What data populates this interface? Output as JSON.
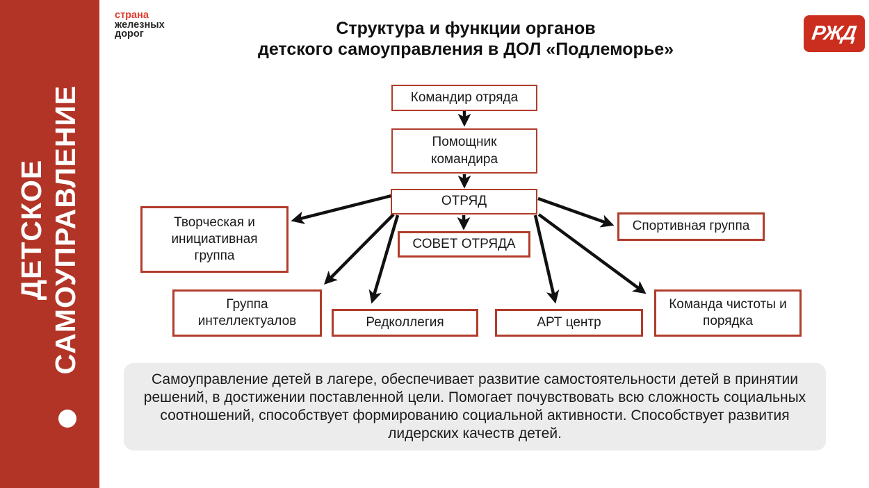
{
  "slide": {
    "title_line1": "Структура и функции органов",
    "title_line2": "детского самоуправления в ДОЛ «Подлеморье»"
  },
  "sidebar": {
    "text": "ДЕТСКОЕ\nСАМОУПРАВЛЕНИЕ",
    "bg_color": "#B23427",
    "text_color": "#FFFFFF"
  },
  "brand": {
    "line1": "страна",
    "line2": "железных",
    "line3": "дорог",
    "accent_color": "#E03A2C",
    "text_color": "#262626"
  },
  "rzd": {
    "text": "РЖД",
    "bg_color": "#CB2E1E",
    "text_color": "#FFFFFF"
  },
  "diagram": {
    "border_color": "#B13C2B",
    "arrow_color": "#111111",
    "nodes": [
      {
        "id": "commander",
        "label": "Командир отряда"
      },
      {
        "id": "assistant",
        "label": "Помощник\nкомандира"
      },
      {
        "id": "otryad",
        "label": "ОТРЯД"
      },
      {
        "id": "sovet",
        "label": "СОВЕТ ОТРЯДА"
      },
      {
        "id": "creative",
        "label": "Творческая и\nинициативная\nгруппа"
      },
      {
        "id": "sport",
        "label": "Спортивная группа"
      },
      {
        "id": "intellectuals",
        "label": "Группа\nинтеллектуалов"
      },
      {
        "id": "redkollegia",
        "label": "Редколлегия"
      },
      {
        "id": "art",
        "label": "АРТ центр"
      },
      {
        "id": "cleanteam",
        "label": "Команда чистоты и\nпорядка"
      }
    ],
    "edges": [
      {
        "from": "commander",
        "to": "assistant"
      },
      {
        "from": "assistant",
        "to": "otryad"
      },
      {
        "from": "otryad",
        "to": "sovet"
      },
      {
        "from": "otryad",
        "to": "creative"
      },
      {
        "from": "otryad",
        "to": "sport"
      },
      {
        "from": "otryad",
        "to": "intellectuals"
      },
      {
        "from": "otryad",
        "to": "redkollegia"
      },
      {
        "from": "otryad",
        "to": "art"
      },
      {
        "from": "otryad",
        "to": "cleanteam"
      }
    ]
  },
  "footer": {
    "text": "Самоуправление детей в лагере, обеспечивает развитие самостоятельности детей в принятии решений, в достижении поставленной цели. Помогает почувствовать всю сложность социальных соотношений, способствует формированию социальной активности. Способствует развития лидерских качеств детей.",
    "bg_color": "#ECECEC"
  }
}
